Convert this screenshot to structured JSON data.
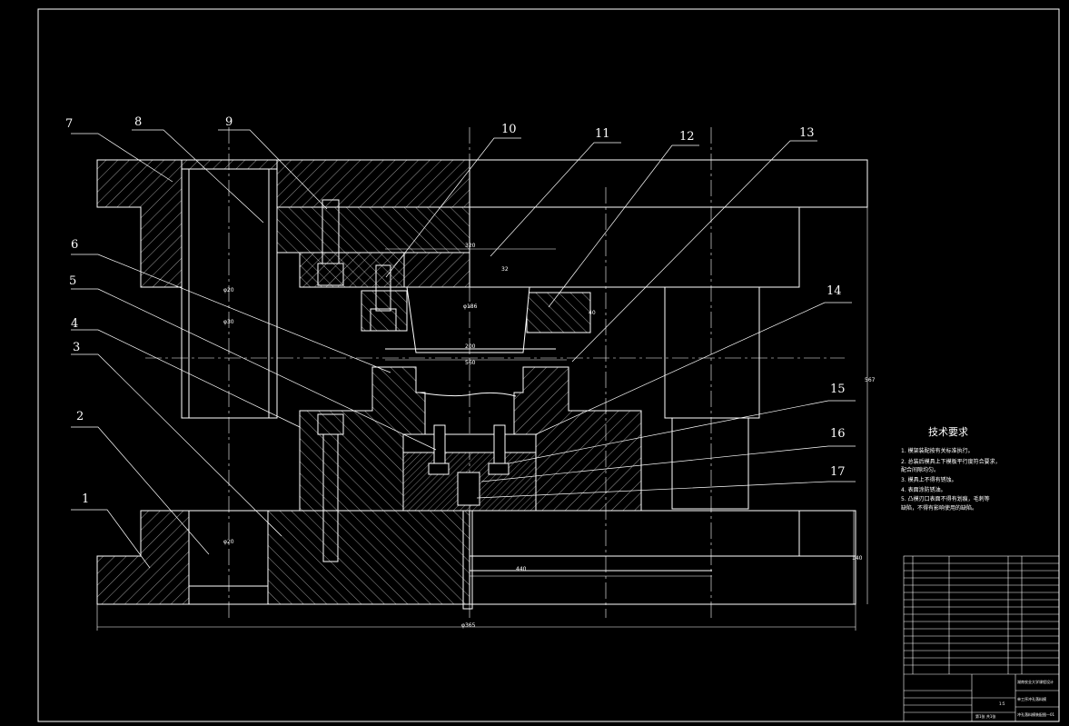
{
  "callouts": [
    "1",
    "2",
    "3",
    "4",
    "5",
    "6",
    "7",
    "8",
    "9",
    "10",
    "11",
    "12",
    "13",
    "14",
    "15",
    "16",
    "17"
  ],
  "dimensions": {
    "d_320": "320",
    "d_32": "32",
    "d_phi186": "φ186",
    "d_200": "200",
    "d_560": "560",
    "d_40": "40",
    "d_phi20_a": "φ20",
    "d_phi30": "φ30",
    "d_phi20_b": "φ20",
    "d_440": "440",
    "d_phi365": "φ365",
    "d_567": "567",
    "d_140": "140"
  },
  "tech_requirements": {
    "title": "技术要求",
    "items": [
      "1. 模架装配按有关标准执行。",
      "2. 总装后模具上下模板平行度符合要求，",
      "   配合间隙均匀。",
      "3. 模具上不得有锈蚀。",
      "4. 表面涂防锈油。",
      "5. 凸模刃口表面不得有划痕，毛刺等",
      "   缺陷，不得有影响使用的缺陷。"
    ]
  },
  "title_block": {
    "school": "湖南农业大学课程设计",
    "drawing_name": "单工序冲孔落料模",
    "drawing_no": "冲孔落料模装配图—01",
    "scale": "1:5",
    "sheet": "第1张 共1张"
  },
  "colors": {
    "background": "#000000",
    "lines": "#ffffff",
    "hatch": "#ffffff"
  }
}
